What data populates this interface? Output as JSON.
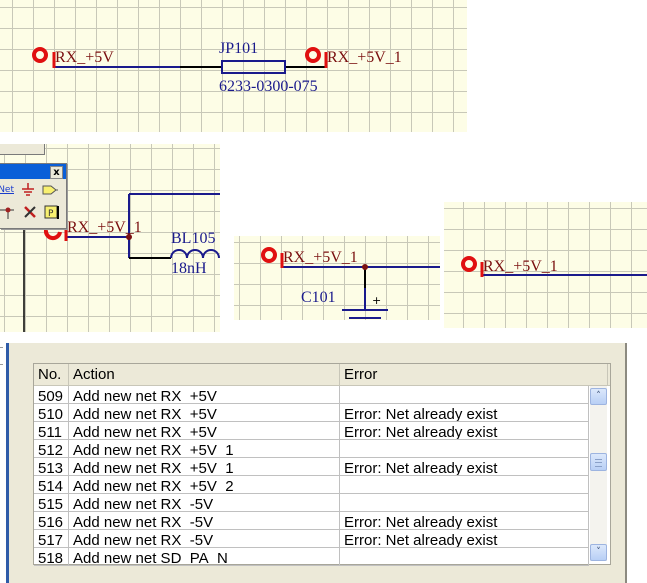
{
  "schematic": {
    "panel1": {
      "net_left": "RX_+5V",
      "net_right": "RX_+5V_1",
      "part_ref": "JP101",
      "part_value": "6233-0300-075"
    },
    "panel2": {
      "net_label": "RX_+5V_1",
      "part_ref": "BL105",
      "part_value": "18nH"
    },
    "panel3": {
      "net_label": "RX_+5V_1",
      "part_ref": "C101",
      "polarity": "+"
    },
    "panel4": {
      "net_label": "RX_+5V_1"
    },
    "colors": {
      "sheet_bg": "#fdfde6",
      "grid": "#c8c8b8",
      "wire": "#1a1a8c",
      "net_label": "#7a1010",
      "port": "#e01010"
    }
  },
  "toolbar": {
    "net_label_button": "Net",
    "close_label": "x",
    "tools": [
      "net-label",
      "ground",
      "port",
      "junction",
      "no-erc",
      "directive"
    ]
  },
  "dialog": {
    "table": {
      "columns": [
        "No.",
        "Action",
        "Error"
      ],
      "rows": [
        {
          "no": "509",
          "action": "Add new net RX_+5V",
          "error": ""
        },
        {
          "no": "510",
          "action": "Add new net RX_+5V",
          "error": "Error: Net already exist"
        },
        {
          "no": "511",
          "action": "Add new net RX_+5V",
          "error": "Error: Net already exist"
        },
        {
          "no": "512",
          "action": "Add new net RX_+5V_1",
          "error": ""
        },
        {
          "no": "513",
          "action": "Add new net RX_+5V_1",
          "error": "Error: Net already exist"
        },
        {
          "no": "514",
          "action": "Add new net RX_+5V_2",
          "error": ""
        },
        {
          "no": "515",
          "action": "Add new net RX_-5V",
          "error": ""
        },
        {
          "no": "516",
          "action": "Add new net RX_-5V",
          "error": "Error: Net already exist"
        },
        {
          "no": "517",
          "action": "Add new net RX_-5V",
          "error": "Error: Net already exist"
        },
        {
          "no": "518",
          "action": "Add new net SD_PA_N",
          "error": ""
        }
      ]
    },
    "scrollbar": {
      "up": "˄",
      "down": "˅",
      "position_fraction": 0.5
    }
  }
}
